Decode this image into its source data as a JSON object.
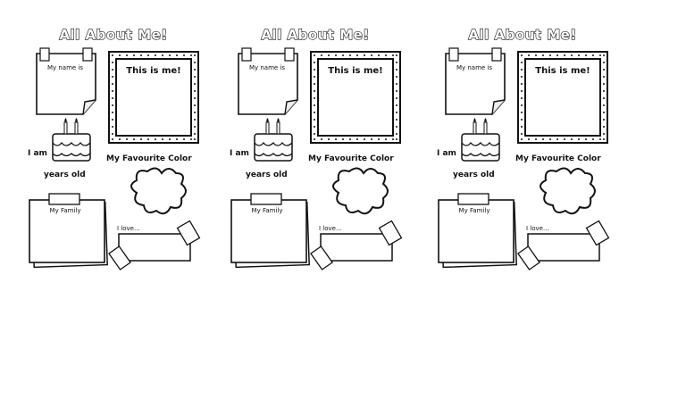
{
  "sheets": [
    {
      "title": "All About Me!",
      "name_label": "My name is",
      "photo_label": "This is me!",
      "age_prefix": "I am",
      "age_suffix": "years old",
      "color_label": "My Favourite Color",
      "family_label": "My Family",
      "love_label": "I love..."
    },
    {
      "title": "All About Me!",
      "name_label": "My name is",
      "photo_label": "This is me!",
      "age_prefix": "I am",
      "age_suffix": "years old",
      "color_label": "My Favourite Color",
      "family_label": "My Family",
      "love_label": "I love..."
    },
    {
      "title": "All About Me!",
      "name_label": "My name is",
      "photo_label": "This is me!",
      "age_prefix": "I am",
      "age_suffix": "years old",
      "color_label": "My Favourite Color",
      "family_label": "My Family",
      "love_label": "I love..."
    }
  ]
}
